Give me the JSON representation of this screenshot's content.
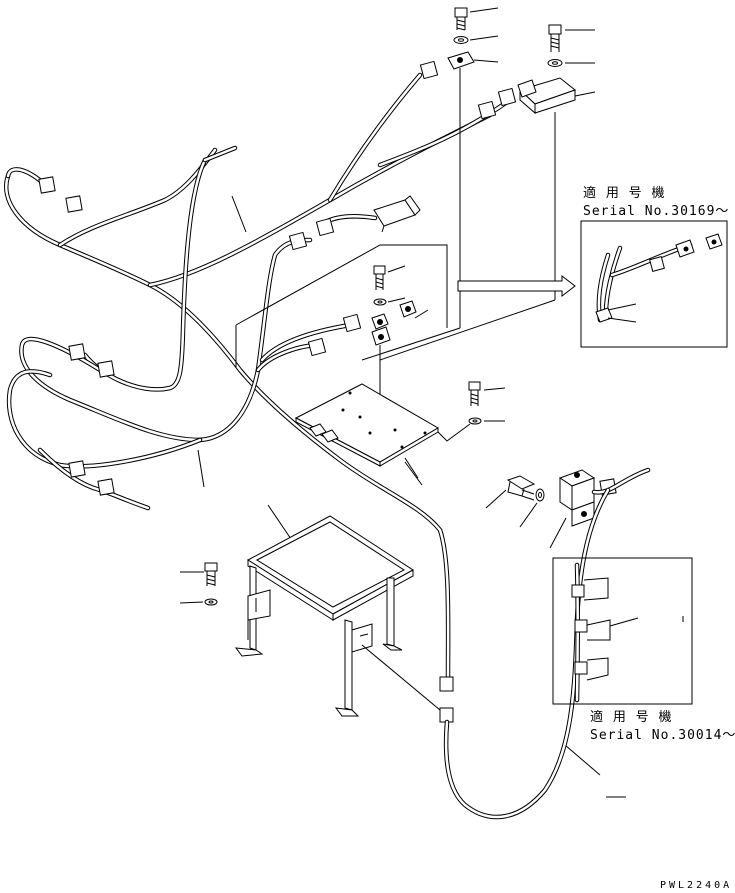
{
  "inset_top": {
    "applicable_label": "適 用 号 機",
    "serial_label": "Serial No.30169～"
  },
  "inset_bottom": {
    "applicable_label": "適 用 号 機",
    "serial_label": "Serial No.30014～"
  },
  "drawing_code": "PWL2240A"
}
